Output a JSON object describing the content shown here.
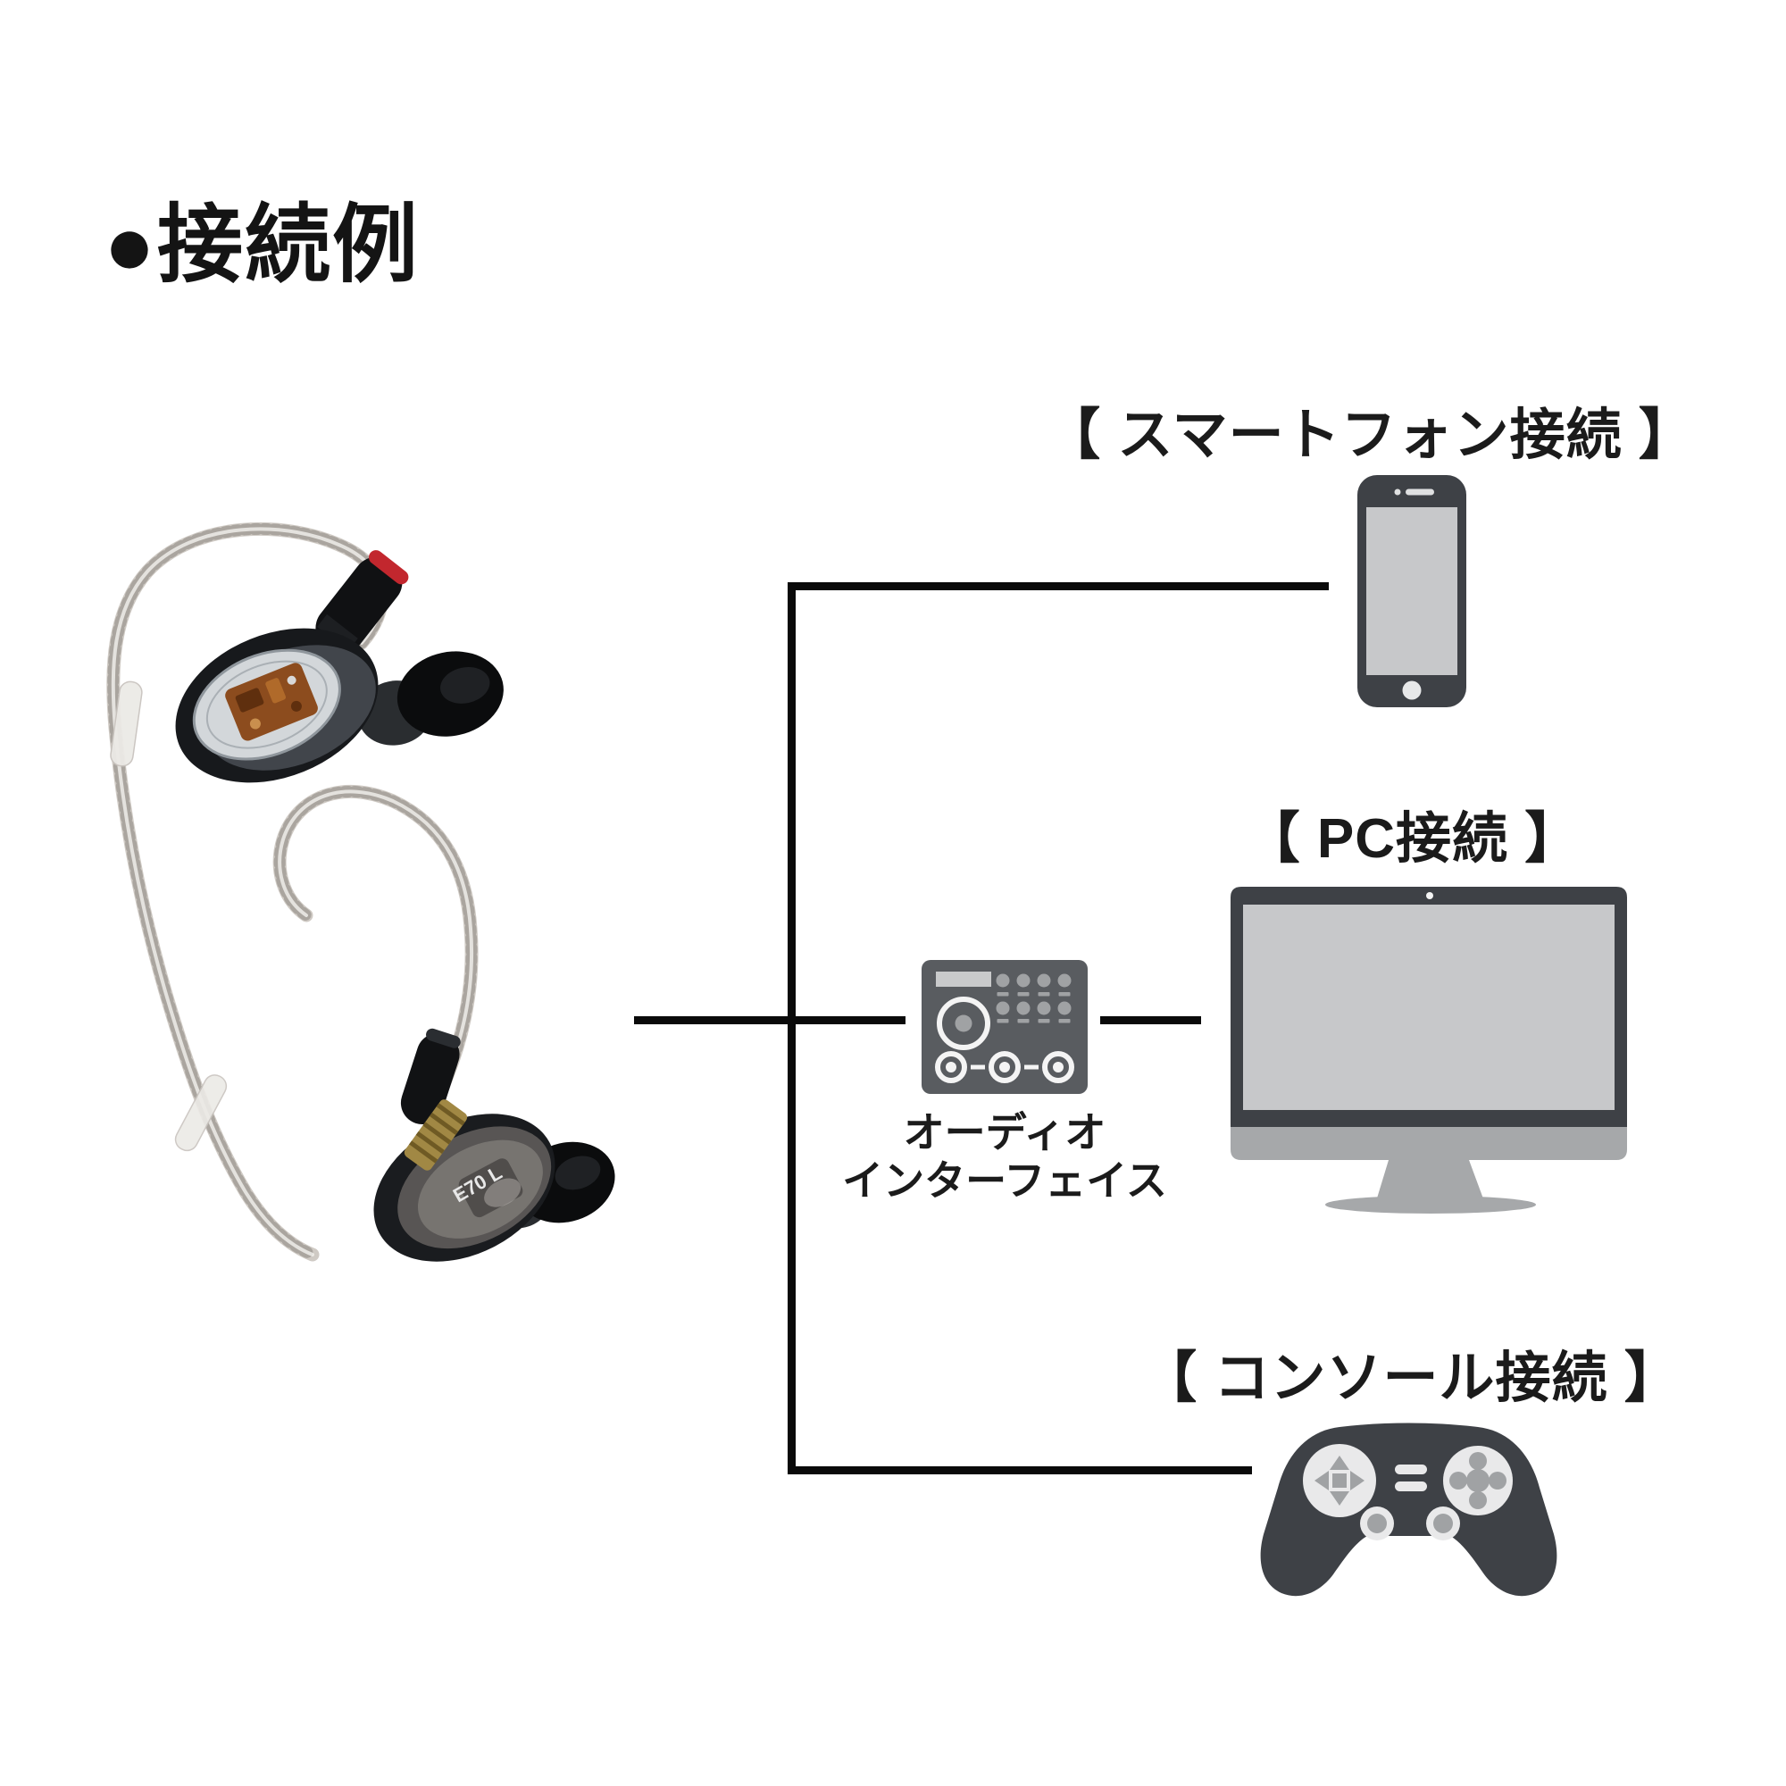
{
  "title": "●接続例",
  "product": {
    "description": "in-ear monitor earphones with braided cable",
    "marking": "E70 L"
  },
  "nodes": {
    "smartphone": {
      "label": "【 スマートフォン接続 】"
    },
    "pc": {
      "label": "【 PC接続 】"
    },
    "audio_interface": {
      "label_line1": "オーディオ",
      "label_line2": "インターフェイス"
    },
    "console": {
      "label": "【 コンソール接続 】"
    }
  },
  "colors": {
    "background": "#ffffff",
    "line": "#0a0a0a",
    "icon_dark": "#3e4146",
    "icon_medium": "#595c60",
    "icon_screen_light": "#c7c8ca",
    "monitor_chin": "#a6a8aa",
    "icon_button_gray": "#a0a2a4",
    "accent_red": "#c2272e",
    "cable_silver": "#cfcac4",
    "brass": "#a18844"
  }
}
